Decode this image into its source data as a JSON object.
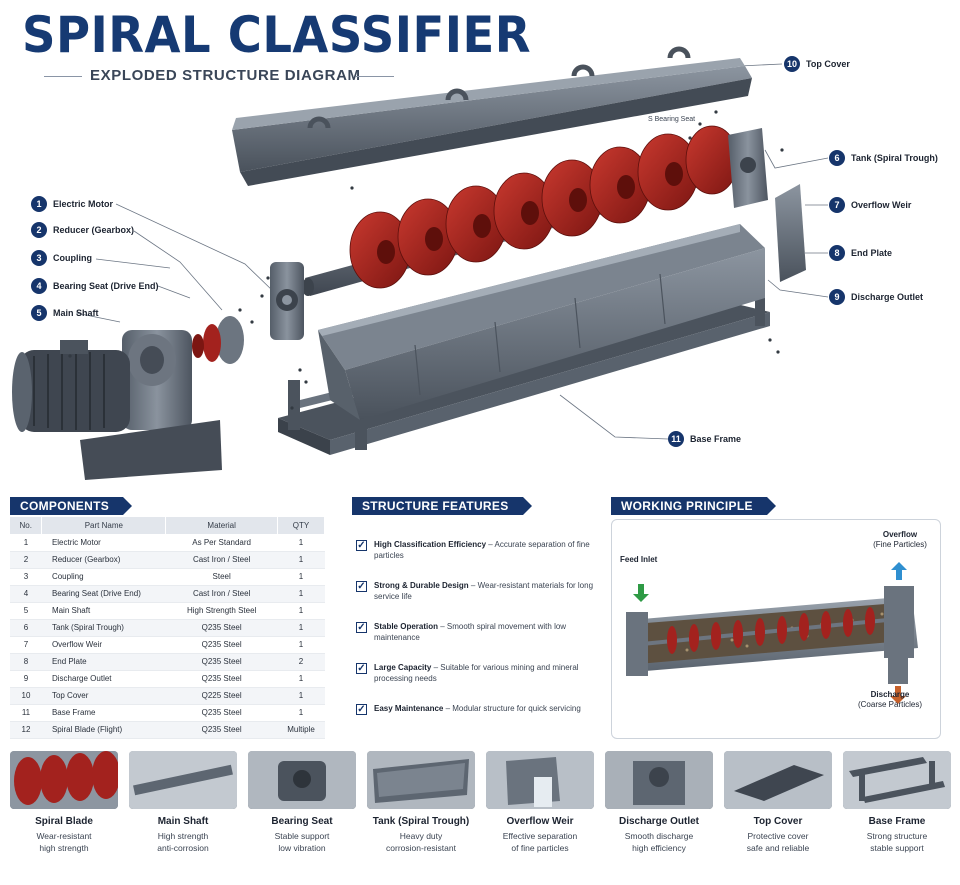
{
  "header": {
    "title": "SPIRAL CLASSIFIER",
    "subtitle": "EXPLODED STRUCTURE DIAGRAM"
  },
  "callouts_left": [
    {
      "num": "1",
      "label": "Electric Motor"
    },
    {
      "num": "2",
      "label": "Reducer (Gearbox)"
    },
    {
      "num": "3",
      "label": "Coupling"
    },
    {
      "num": "4",
      "label": "Bearing Seat (Drive End)"
    },
    {
      "num": "5",
      "label": "Main Shaft"
    }
  ],
  "callouts_right": [
    {
      "num": "10",
      "label": "Top Cover"
    },
    {
      "num": "6",
      "label": "Tank (Spiral Trough)"
    },
    {
      "num": "7",
      "label": "Overflow Weir"
    },
    {
      "num": "8",
      "label": "End Plate"
    },
    {
      "num": "9",
      "label": "Discharge Outlet"
    },
    {
      "num": "11",
      "label": "Base Frame"
    }
  ],
  "stray_label": "S Bearing Seat",
  "components": {
    "heading": "COMPONENTS",
    "columns": [
      "No.",
      "Part Name",
      "Material",
      "QTY"
    ],
    "rows": [
      [
        "1",
        "Electric Motor",
        "As Per Standard",
        "1"
      ],
      [
        "2",
        "Reducer (Gearbox)",
        "Cast Iron / Steel",
        "1"
      ],
      [
        "3",
        "Coupling",
        "Steel",
        "1"
      ],
      [
        "4",
        "Bearing Seat (Drive End)",
        "Cast Iron / Steel",
        "1"
      ],
      [
        "5",
        "Main Shaft",
        "High Strength Steel",
        "1"
      ],
      [
        "6",
        "Tank (Spiral Trough)",
        "Q235 Steel",
        "1"
      ],
      [
        "7",
        "Overflow Weir",
        "Q235 Steel",
        "1"
      ],
      [
        "8",
        "End Plate",
        "Q235 Steel",
        "2"
      ],
      [
        "9",
        "Discharge Outlet",
        "Q235 Steel",
        "1"
      ],
      [
        "10",
        "Top Cover",
        "Q225 Steel",
        "1"
      ],
      [
        "11",
        "Base Frame",
        "Q235 Steel",
        "1"
      ],
      [
        "12",
        "Spiral Blade (Flight)",
        "Q235 Steel",
        "Multiple"
      ]
    ]
  },
  "features": {
    "heading": "STRUCTURE FEATURES",
    "items": [
      {
        "title": "High Classification Efficiency",
        "desc": " – Accurate separation of fine particles"
      },
      {
        "title": "Strong & Durable Design",
        "desc": " – Wear-resistant materials for long service life"
      },
      {
        "title": "Stable Operation",
        "desc": " – Smooth spiral movement with low maintenance"
      },
      {
        "title": "Large Capacity",
        "desc": " – Suitable for various mining and mineral processing needs"
      },
      {
        "title": "Easy Maintenance",
        "desc": " – Modular structure for quick servicing"
      }
    ]
  },
  "principle": {
    "heading": "WORKING PRINCIPLE",
    "feed_inlet": "Feed Inlet",
    "overflow": "Overflow",
    "overflow_sub": "(Fine Particles)",
    "discharge": "Discharge",
    "discharge_sub": "(Coarse Particles)"
  },
  "thumbnails": [
    {
      "name": "Spiral Blade",
      "desc1": "Wear-resistant",
      "desc2": "high strength"
    },
    {
      "name": "Main Shaft",
      "desc1": "High strength",
      "desc2": "anti-corrosion"
    },
    {
      "name": "Bearing Seat",
      "desc1": "Stable support",
      "desc2": "low vibration"
    },
    {
      "name": "Tank (Spiral Trough)",
      "desc1": "Heavy duty",
      "desc2": "corrosion-resistant"
    },
    {
      "name": "Overflow Weir",
      "desc1": "Effective separation",
      "desc2": "of fine particles"
    },
    {
      "name": "Discharge Outlet",
      "desc1": "Smooth discharge",
      "desc2": "high efficiency"
    },
    {
      "name": "Top Cover",
      "desc1": "Protective cover",
      "desc2": "safe and reliable"
    },
    {
      "name": "Base Frame",
      "desc1": "Strong structure",
      "desc2": "stable support"
    }
  ],
  "colors": {
    "navy": "#16356b",
    "steel": "#5d6671",
    "blade_red": "#a3221e"
  }
}
